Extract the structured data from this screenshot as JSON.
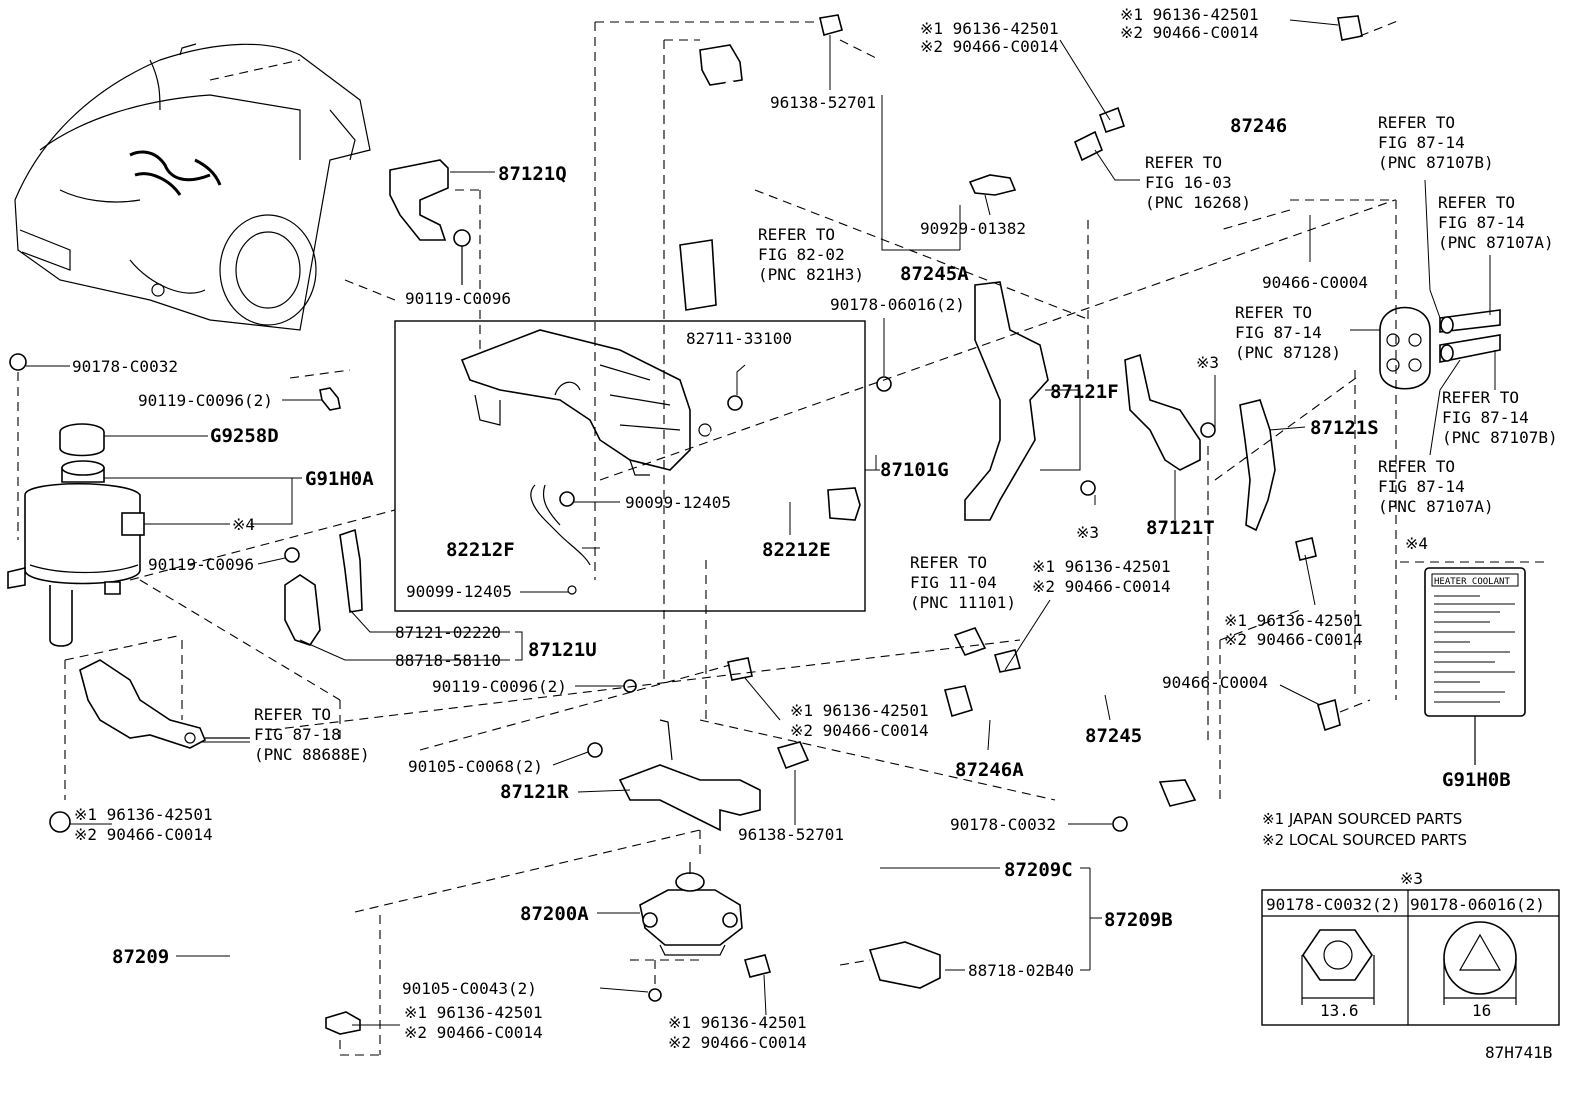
{
  "labels": {
    "p87121Q": "87121Q",
    "p90119_C0096_a": "90119-C0096",
    "p90178_C0032_top": "90178-C0032",
    "p90119_C0096_2_a": "90119-C0096(2)",
    "pG9258D": "G9258D",
    "pG91H0A": "G91H0A",
    "note4_a": "※4",
    "p90119_C0096_b": "90119-C0096",
    "p87121_02220": "87121-02220",
    "p88718_58110": "88718-58110",
    "p87121U": "87121U",
    "p90119_C0096_2_b": "90119-C0096(2)",
    "p96138_52701_a": "96138-52701",
    "p82711_33100": "82711-33100",
    "p90099_12405_a": "90099-12405",
    "p82212F": "82212F",
    "p82212E": "82212E",
    "p90099_12405_b": "90099-12405",
    "p87101G": "87101G",
    "p90178_06016_2": "90178-06016(2)",
    "p87245A": "87245A",
    "p90929_01382": "90929-01382",
    "p87246": "87246",
    "p90466_C0004_a": "90466-C0004",
    "p87121F": "87121F",
    "p87121T": "87121T",
    "p87121S": "87121S",
    "note3_a": "※3",
    "note3_b": "※3",
    "p87245": "87245",
    "p87246A": "87246A",
    "p90466_C0004_b": "90466-C0004",
    "p90178_C0032_b": "90178-C0032",
    "p90105_C0068_2": "90105-C0068(2)",
    "p87121R": "87121R",
    "p96138_52701_b": "96138-52701",
    "p87209C": "87209C",
    "p87209B": "87209B",
    "p87200A": "87200A",
    "p88718_02B40": "88718-02B40",
    "p90105_C0043_2": "90105-C0043(2)",
    "p87209": "87209",
    "pG91H0B": "G91H0B",
    "note4_b": "※4",
    "diagram_id": "87H741B"
  },
  "clamp_labels": {
    "a1": "※1 96136-42501",
    "a2": "※2 90466-C0014",
    "b1": "※1 96136-42501",
    "b2": "※2 90466-C0014",
    "c1": "※1 96136-42501",
    "c2": "※2 90466-C0014",
    "d1": "※1 96136-42501",
    "d2": "※2 90466-C0014",
    "e1": "※1 96136-42501",
    "e2": "※2 90466-C0014",
    "f1": "※1 96136-42501",
    "f2": "※2 90466-C0014",
    "g1": "※1 96136-42501",
    "g2": "※2 90466-C0014",
    "h1": "※1 96136-42501",
    "h2": "※2 90466-C0014"
  },
  "refer": {
    "r82_02": [
      "REFER TO",
      "FIG 82-02",
      "(PNC 821H3)"
    ],
    "r16_03": [
      "REFER TO",
      "FIG 16-03",
      "(PNC 16268)"
    ],
    "r87_14_a": [
      "REFER TO",
      "FIG 87-14",
      "(PNC 87107B)"
    ],
    "r87_14_b": [
      "REFER TO",
      "FIG 87-14",
      "(PNC 87107A)"
    ],
    "r87_14_c": [
      "REFER TO",
      "FIG 87-14",
      "(PNC 87128)"
    ],
    "r87_14_d": [
      "REFER TO",
      "FIG 87-14",
      "(PNC 87107B)"
    ],
    "r87_14_e": [
      "REFER TO",
      "FIG 87-14",
      "(PNC 87107A)"
    ],
    "r11_04": [
      "REFER TO",
      "FIG 11-04",
      "(PNC 11101)"
    ],
    "r87_18": [
      "REFER TO",
      "FIG 87-18",
      "(PNC 88688E)"
    ]
  },
  "legend": {
    "note1": "※1 JAPAN SOURCED PARTS",
    "note2": "※2 LOCAL SOURCED PARTS"
  },
  "label_card": {
    "title": "HEATER COOLANT"
  },
  "nut_table": {
    "marker": "※3",
    "col1_header": "90178-C0032(2)",
    "col2_header": "90178-06016(2)",
    "col1_size": "13.6",
    "col2_size": "16"
  }
}
